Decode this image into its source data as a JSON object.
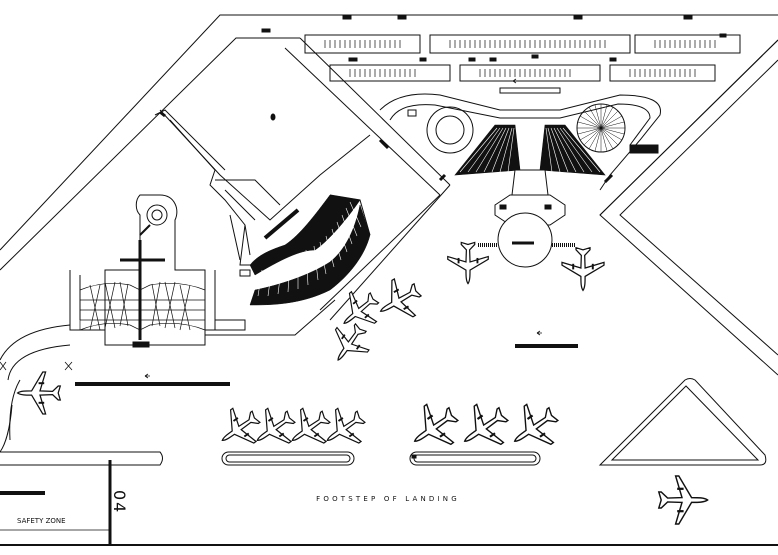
{
  "labels": {
    "footstep": "FOOTSTEP OF LANDING",
    "safety_zone": "SAFETY ZONE",
    "runway_number": "04"
  },
  "colors": {
    "line": "#111111",
    "background": "#ffffff"
  }
}
